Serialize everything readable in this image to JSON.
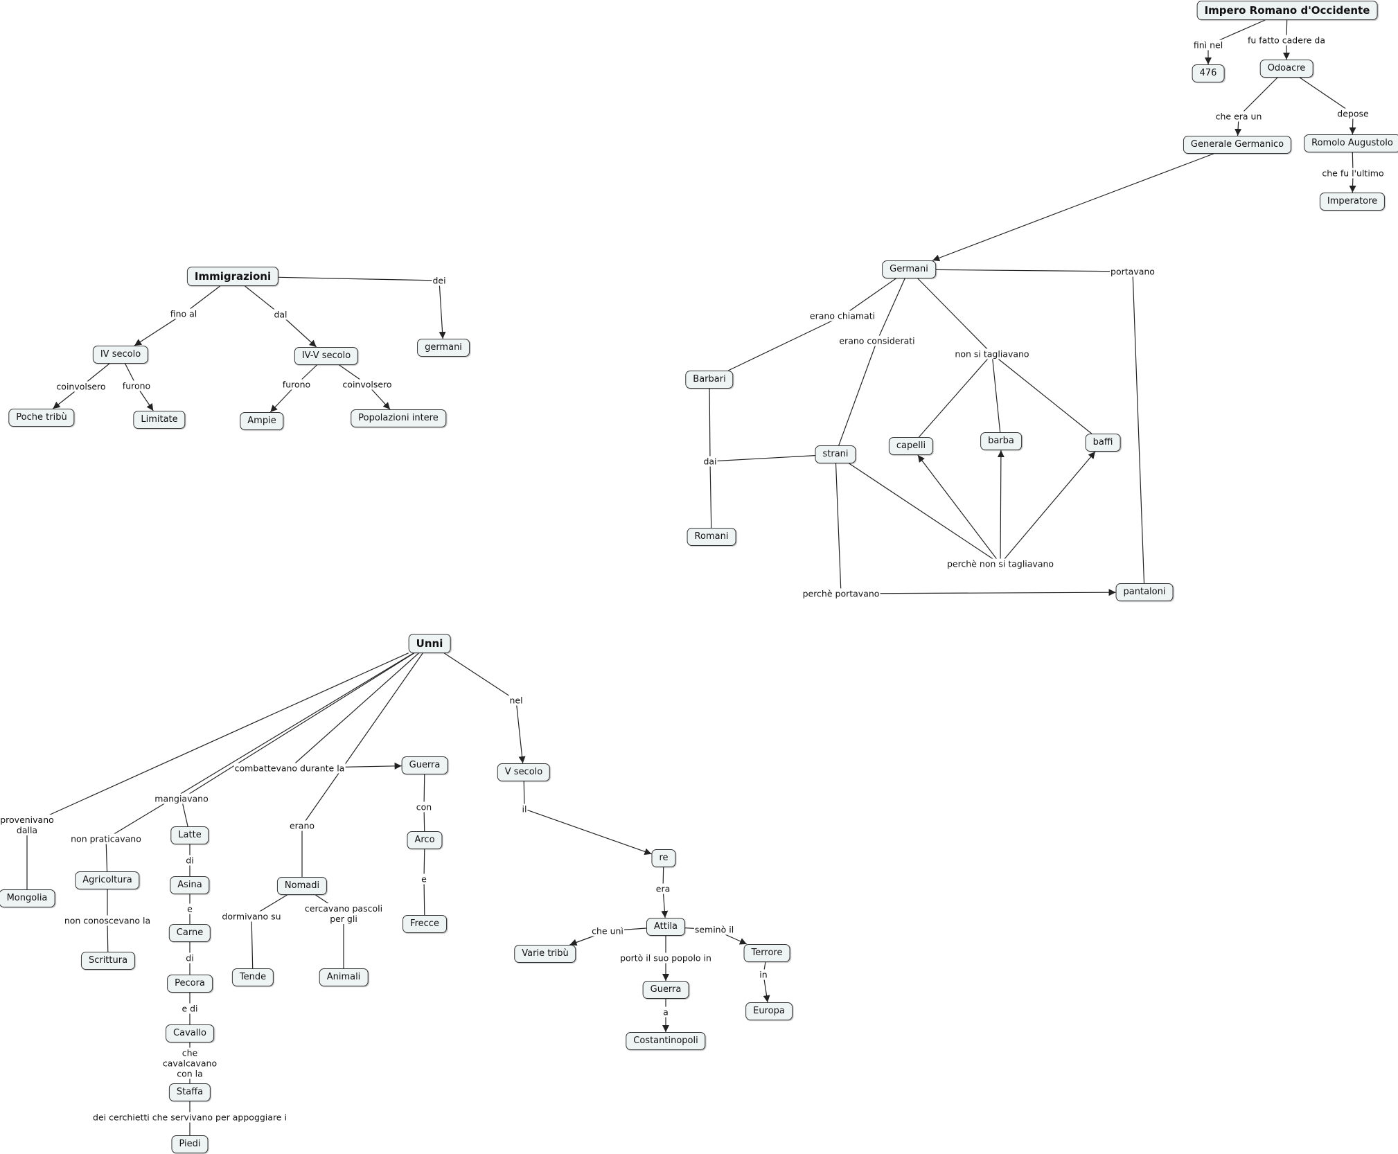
{
  "nodes": {
    "n_impero": {
      "label": "Impero Romano d'Occidente",
      "root": true
    },
    "n_476": {
      "label": "476"
    },
    "n_odoacre": {
      "label": "Odoacre"
    },
    "n_generale": {
      "label": "Generale Germanico"
    },
    "n_romolo": {
      "label": "Romolo Augustolo"
    },
    "n_imperatore": {
      "label": "Imperatore"
    },
    "n_germani": {
      "label": "Germani"
    },
    "n_barbari": {
      "label": "Barbari"
    },
    "n_romani": {
      "label": "Romani"
    },
    "n_strani": {
      "label": "strani"
    },
    "n_capelli": {
      "label": "capelli"
    },
    "n_barba": {
      "label": "barba"
    },
    "n_baffi": {
      "label": "baffi"
    },
    "n_pantaloni": {
      "label": "pantaloni"
    },
    "n_immigrazioni": {
      "label": "Immigrazioni",
      "root": true
    },
    "n_ivsec": {
      "label": "IV secolo"
    },
    "n_ivvsec": {
      "label": "IV-V secolo"
    },
    "n_germani2": {
      "label": "germani"
    },
    "n_poche": {
      "label": "Poche tribù"
    },
    "n_limitate": {
      "label": "Limitate"
    },
    "n_ampie": {
      "label": "Ampie"
    },
    "n_popolazioni": {
      "label": "Popolazioni intere"
    },
    "n_unni": {
      "label": "Unni",
      "root": true
    },
    "n_mongolia": {
      "label": "Mongolia"
    },
    "n_agricoltura": {
      "label": "Agricoltura"
    },
    "n_scrittura": {
      "label": "Scrittura"
    },
    "n_latte": {
      "label": "Latte"
    },
    "n_asina": {
      "label": "Asina"
    },
    "n_carne": {
      "label": "Carne"
    },
    "n_pecora": {
      "label": "Pecora"
    },
    "n_cavallo": {
      "label": "Cavallo"
    },
    "n_staffa": {
      "label": "Staffa"
    },
    "n_piedi": {
      "label": "Piedi"
    },
    "n_nomadi": {
      "label": "Nomadi"
    },
    "n_tende": {
      "label": "Tende"
    },
    "n_animali": {
      "label": "Animali"
    },
    "n_guerra1": {
      "label": "Guerra"
    },
    "n_arco": {
      "label": "Arco"
    },
    "n_frecce": {
      "label": "Frecce"
    },
    "n_vsec": {
      "label": "V secolo"
    },
    "n_re": {
      "label": "re"
    },
    "n_attila": {
      "label": "Attila"
    },
    "n_varie": {
      "label": "Varie tribù"
    },
    "n_terrore": {
      "label": "Terrore"
    },
    "n_europa": {
      "label": "Europa"
    },
    "n_guerra2": {
      "label": "Guerra"
    },
    "n_costantinopoli": {
      "label": "Costantinopoli"
    }
  },
  "links": {
    "l_fini": {
      "label": "finì nel"
    },
    "l_fatto": {
      "label": "fu fatto cadere da"
    },
    "l_cheeraun": {
      "label": "che era un"
    },
    "l_depose": {
      "label": "depose"
    },
    "l_ultimo": {
      "label": "che fu l'ultimo"
    },
    "l_gen_germ": {
      "label": ""
    },
    "l_chiamati": {
      "label": "erano chiamati"
    },
    "l_considerati": {
      "label": "erano considerati"
    },
    "l_nonsitagl": {
      "label": "non si tagliavano"
    },
    "l_portavano": {
      "label": "portavano"
    },
    "l_dai": {
      "label": "dai"
    },
    "l_perche_tagl": {
      "label": "perchè non si tagliavano"
    },
    "l_perche_port": {
      "label": "perchè portavano"
    },
    "l_finoal": {
      "label": "fino al"
    },
    "l_dal": {
      "label": "dal"
    },
    "l_dei": {
      "label": "dei"
    },
    "l_coinv1": {
      "label": "coinvolsero"
    },
    "l_furono1": {
      "label": "furono"
    },
    "l_furono2": {
      "label": "furono"
    },
    "l_coinv2": {
      "label": "coinvolsero"
    },
    "l_provenivano": {
      "label": "provenivano dalla"
    },
    "l_nonpratic": {
      "label": "non praticavano"
    },
    "l_nonconosc": {
      "label": "non conoscevano la"
    },
    "l_mangiavano": {
      "label": "mangiavano"
    },
    "l_di1": {
      "label": "di"
    },
    "l_e1": {
      "label": "e"
    },
    "l_di2": {
      "label": "di"
    },
    "l_edi": {
      "label": "e di"
    },
    "l_cavalcavano": {
      "label": "che cavalcavano con la"
    },
    "l_cerchietti": {
      "label": "dei cerchietti che servivano per appoggiare i"
    },
    "l_erano": {
      "label": "erano"
    },
    "l_dormivano": {
      "label": "dormivano su"
    },
    "l_pascoli": {
      "label": "cercavano pascoli per gli"
    },
    "l_combattevano": {
      "label": "combattevano durante la"
    },
    "l_con": {
      "label": "con"
    },
    "l_e2": {
      "label": "e"
    },
    "l_nel": {
      "label": "nel"
    },
    "l_il": {
      "label": "il"
    },
    "l_era": {
      "label": "era"
    },
    "l_cheuni": {
      "label": "che unì"
    },
    "l_semino": {
      "label": "seminò il"
    },
    "l_porto": {
      "label": "portò il suo popolo in"
    },
    "l_in": {
      "label": "in"
    },
    "l_a": {
      "label": "a"
    }
  },
  "colors": {
    "line": "#222222",
    "node_fill": "#eef3f3",
    "node_border": "#333333"
  }
}
